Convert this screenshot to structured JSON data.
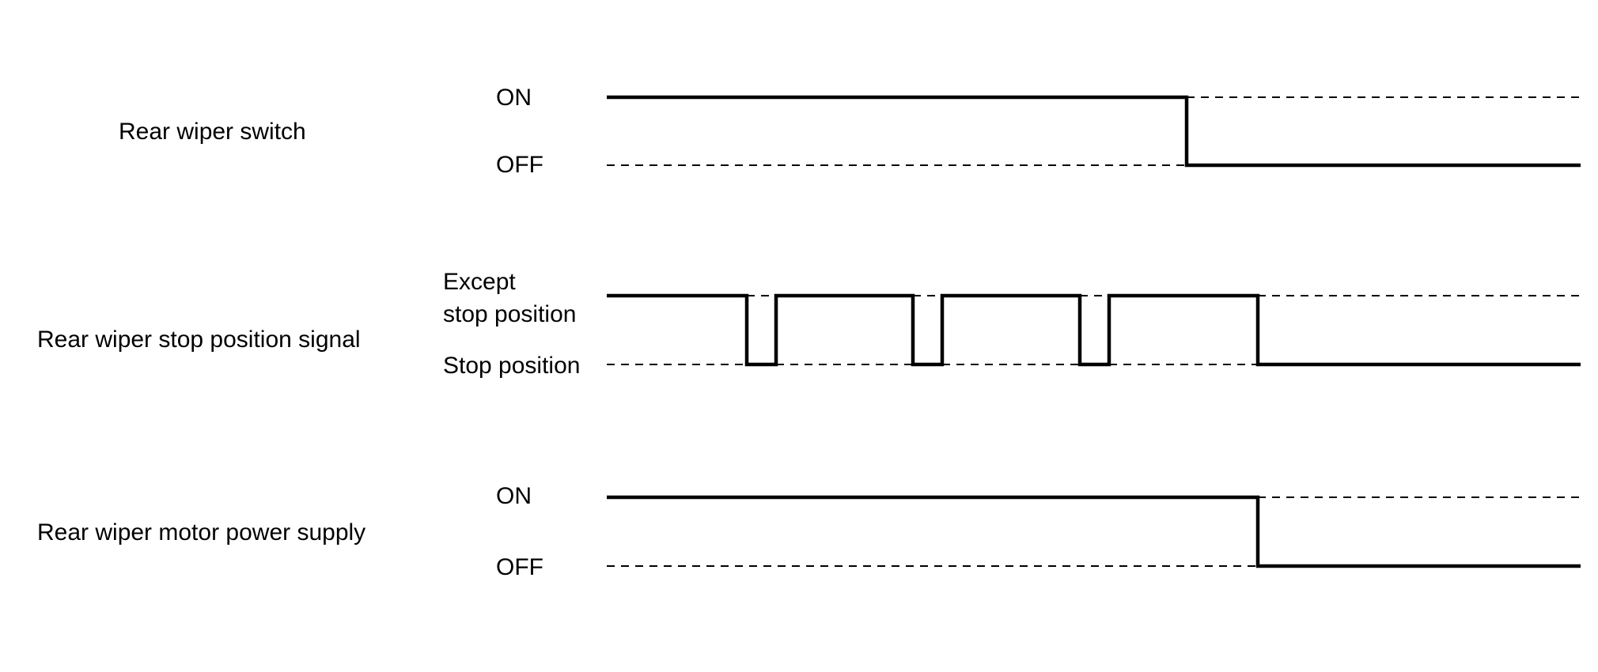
{
  "signals": [
    {
      "label": "Rear wiper switch",
      "high_label": "ON",
      "low_label": "OFF"
    },
    {
      "label": "Rear wiper stop position signal",
      "high_label_line1": "Except",
      "high_label_line2": "stop position",
      "low_label": "Stop position"
    },
    {
      "label": "Rear wiper motor power supply",
      "high_label": "ON",
      "low_label": "OFF"
    }
  ]
}
